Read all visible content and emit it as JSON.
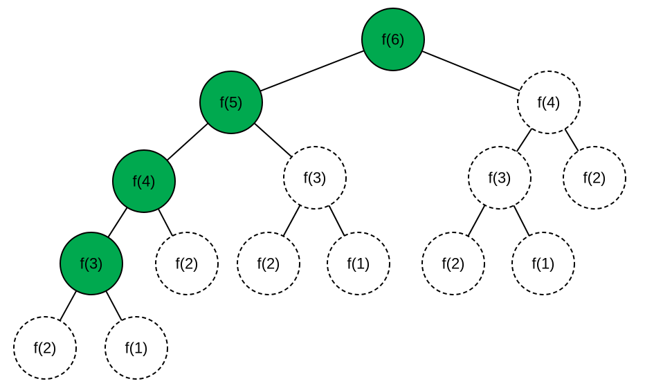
{
  "colors": {
    "highlight_fill": "#00a94f",
    "plain_fill": "#ffffff",
    "stroke": "#000000"
  },
  "nodes": [
    {
      "id": "n1",
      "label": "f(6)",
      "highlighted": true,
      "border": "solid"
    },
    {
      "id": "n2",
      "label": "f(5)",
      "highlighted": true,
      "border": "solid"
    },
    {
      "id": "n3",
      "label": "f(4)",
      "highlighted": false,
      "border": "dashed"
    },
    {
      "id": "n4",
      "label": "f(4)",
      "highlighted": true,
      "border": "solid"
    },
    {
      "id": "n5",
      "label": "f(3)",
      "highlighted": false,
      "border": "dashed"
    },
    {
      "id": "n6",
      "label": "f(3)",
      "highlighted": false,
      "border": "dashed"
    },
    {
      "id": "n7",
      "label": "f(2)",
      "highlighted": false,
      "border": "dashed"
    },
    {
      "id": "n8",
      "label": "f(3)",
      "highlighted": true,
      "border": "solid"
    },
    {
      "id": "n9",
      "label": "f(2)",
      "highlighted": false,
      "border": "dashed"
    },
    {
      "id": "n10",
      "label": "f(2)",
      "highlighted": false,
      "border": "dashed"
    },
    {
      "id": "n11",
      "label": "f(1)",
      "highlighted": false,
      "border": "dashed"
    },
    {
      "id": "n12",
      "label": "f(2)",
      "highlighted": false,
      "border": "dashed"
    },
    {
      "id": "n13",
      "label": "f(1)",
      "highlighted": false,
      "border": "dashed"
    },
    {
      "id": "n14",
      "label": "f(2)",
      "highlighted": false,
      "border": "dashed"
    },
    {
      "id": "n15",
      "label": "f(1)",
      "highlighted": false,
      "border": "dashed"
    }
  ],
  "edges": [
    [
      "n1",
      "n2"
    ],
    [
      "n1",
      "n3"
    ],
    [
      "n2",
      "n4"
    ],
    [
      "n2",
      "n5"
    ],
    [
      "n3",
      "n6"
    ],
    [
      "n3",
      "n7"
    ],
    [
      "n4",
      "n8"
    ],
    [
      "n4",
      "n9"
    ],
    [
      "n5",
      "n10"
    ],
    [
      "n5",
      "n11"
    ],
    [
      "n6",
      "n12"
    ],
    [
      "n6",
      "n13"
    ],
    [
      "n8",
      "n14"
    ],
    [
      "n8",
      "n15"
    ]
  ]
}
